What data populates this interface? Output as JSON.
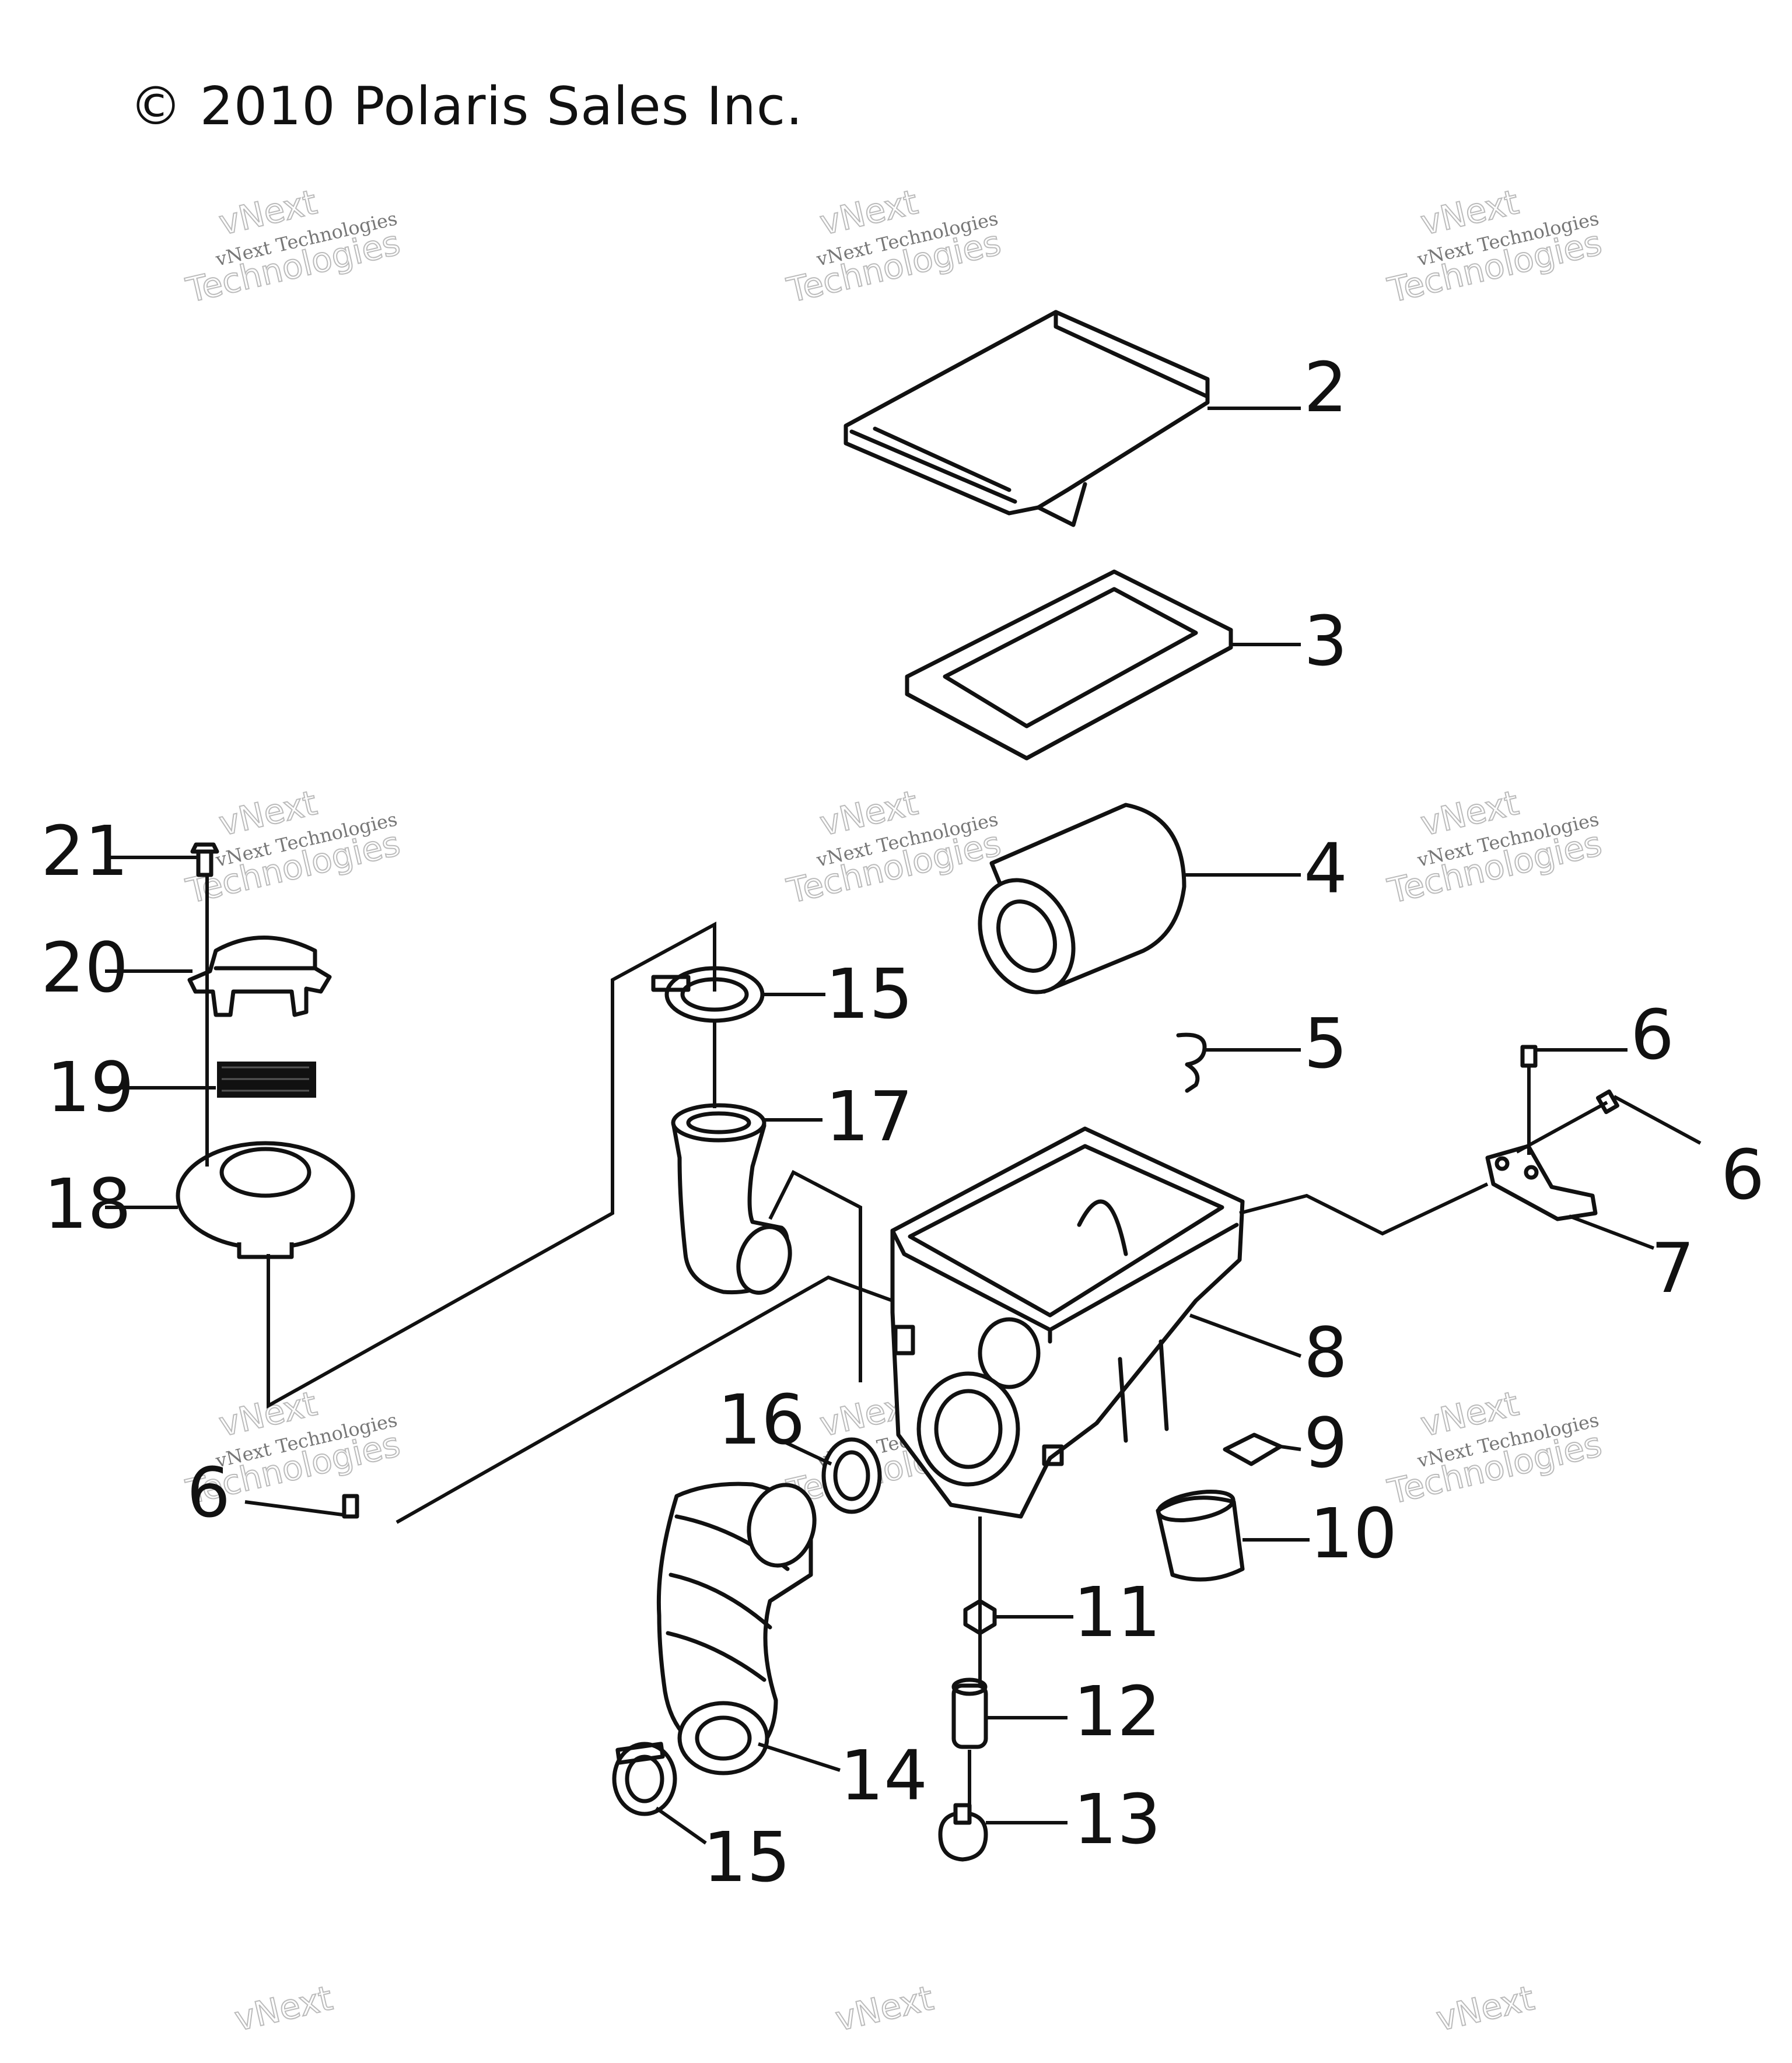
{
  "copyright": "© 2010 Polaris Sales Inc.",
  "watermark": {
    "line1": "vNext",
    "line2": "vNext Technologies",
    "line3": "Technologies"
  },
  "callouts": {
    "c2": "2",
    "c3": "3",
    "c4": "4",
    "c5": "5",
    "c6a": "6",
    "c6b": "6",
    "c6c": "6",
    "c7": "7",
    "c8": "8",
    "c9": "9",
    "c10": "10",
    "c11": "11",
    "c12": "12",
    "c13": "13",
    "c14": "14",
    "c15a": "15",
    "c15b": "15",
    "c16": "16",
    "c17": "17",
    "c18": "18",
    "c19": "19",
    "c20": "20",
    "c21": "21"
  }
}
